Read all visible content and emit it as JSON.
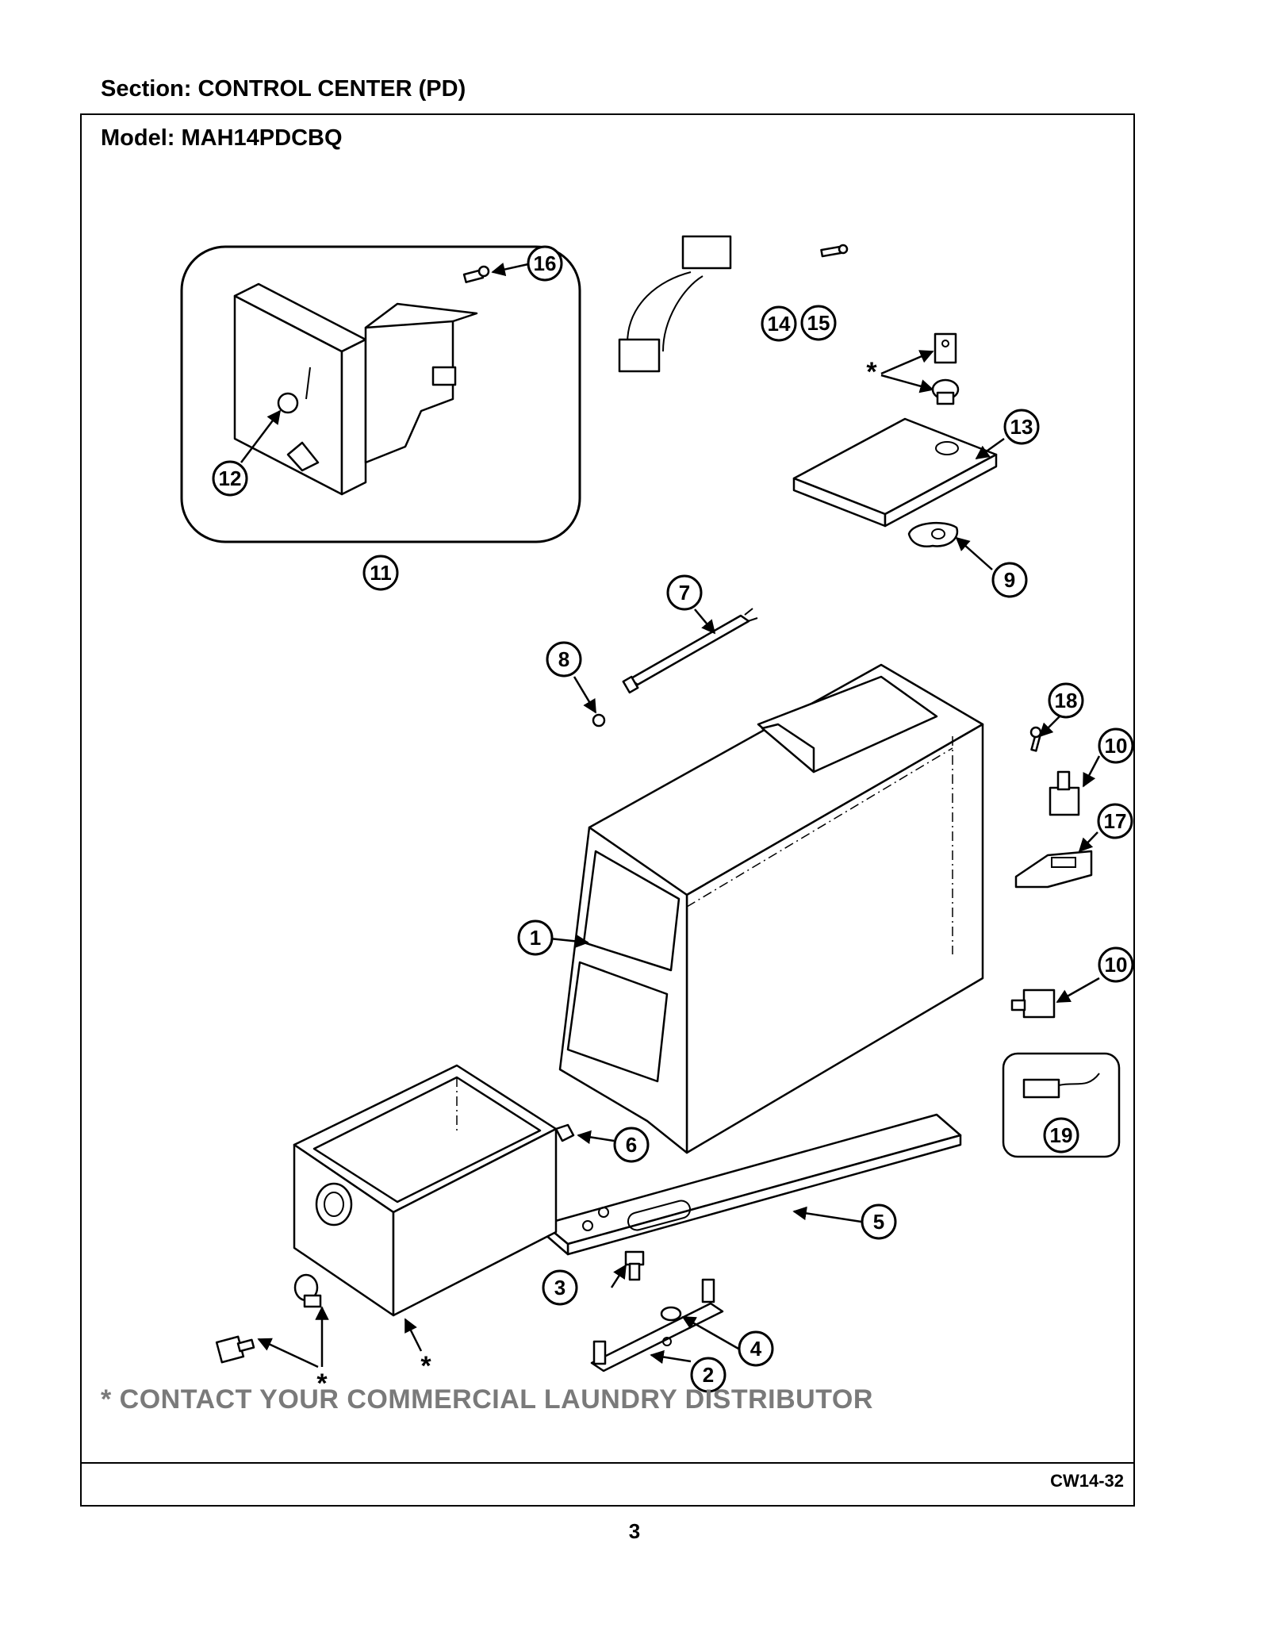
{
  "header": {
    "section_label": "Section:  CONTROL CENTER (PD)",
    "model_label": "Model:  MAH14PDCBQ"
  },
  "diagram": {
    "callouts": [
      "1",
      "2",
      "3",
      "4",
      "5",
      "6",
      "7",
      "8",
      "9",
      "10",
      "10",
      "11",
      "12",
      "13",
      "14",
      "15",
      "16",
      "17",
      "18",
      "19"
    ],
    "asterisk": "*"
  },
  "footer": {
    "contact_note": "* CONTACT YOUR COMMERCIAL LAUNDRY DISTRIBUTOR",
    "doc_code": "CW14-32",
    "page_number": "3"
  }
}
